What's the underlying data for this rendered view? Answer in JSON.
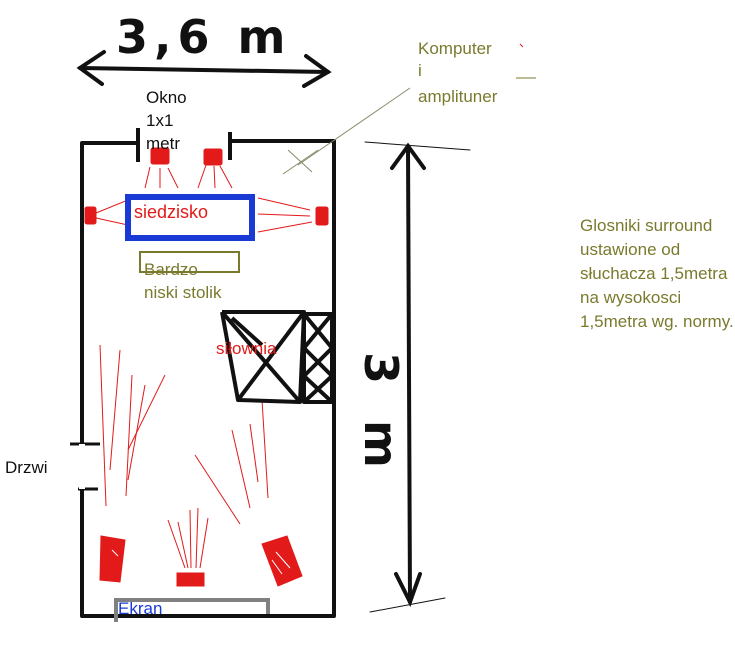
{
  "dimensions": {
    "width_label": "3,6 m",
    "length_label": "3 m"
  },
  "labels": {
    "computer": [
      "Komputer",
      "i",
      "amplituner"
    ],
    "window": [
      "Okno",
      "1x1",
      "metr"
    ],
    "seat": "siedzisko",
    "table": [
      "Bardzo",
      "niski stolik"
    ],
    "gym": "siłownia",
    "door": "Drzwi",
    "screen": "Ekran",
    "note": "Glosniki surround ustawione od słuchacza 1,5metra na wysokosci 1,5metra wg. normy."
  },
  "colors": {
    "walls": "#111111",
    "speakers": "#e21a1a",
    "sofa": "#1a3ad6",
    "table": "#7a7a2e",
    "screen": "#808080",
    "text_olive": "#7a7a2e",
    "text_red": "#e21a1a",
    "text_blue": "#1a3ad6"
  }
}
